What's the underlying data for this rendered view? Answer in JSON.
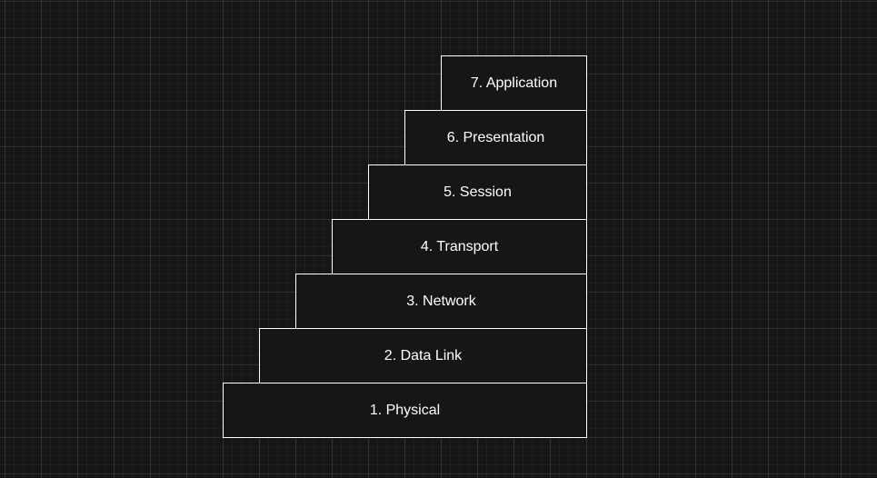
{
  "diagram": {
    "layers": [
      {
        "label": "7. Application"
      },
      {
        "label": "6. Presentation"
      },
      {
        "label": "5. Session"
      },
      {
        "label": "4. Transport"
      },
      {
        "label": "3. Network"
      },
      {
        "label": "2. Data Link"
      },
      {
        "label": "1. Physical"
      }
    ]
  }
}
